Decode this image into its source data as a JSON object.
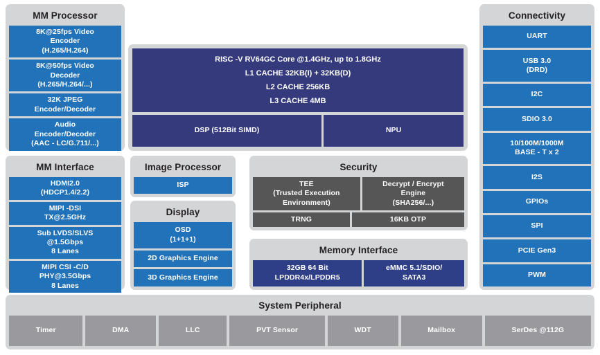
{
  "diagram": {
    "colors": {
      "card_bg": "#d4d5d7",
      "blue": "#2272b9",
      "navy": "#343a7c",
      "navy_memory": "#2e3e87",
      "gray_security": "#565656",
      "gray_peripheral": "#9a9a9e",
      "title_text": "#231f20",
      "block_text": "#ffffff",
      "page_bg": "#ffffff"
    },
    "mm_processor": {
      "title": "MM Processor",
      "blocks": [
        {
          "l1": "8K@25fps Video",
          "l2": "Encoder",
          "l3": "(H.265/H.264)"
        },
        {
          "l1": "8K@50fps Video",
          "l2": "Decoder",
          "l3": "(H.265/H.264/...)"
        },
        {
          "l1": "32K JPEG",
          "l2": "Encoder/Decoder",
          "l3": ""
        },
        {
          "l1": "Audio",
          "l2": "Encoder/Decoder",
          "l3": "(AAC - LC/G.711/...)"
        }
      ]
    },
    "mm_interface": {
      "title": "MM Interface",
      "blocks": [
        {
          "l1": "HDMI2.0",
          "l2": "(HDCP1.4/2.2)",
          "l3": ""
        },
        {
          "l1": "MIPI -DSI",
          "l2": "TX@2.5GHz",
          "l3": ""
        },
        {
          "l1": "Sub  LVDS/SLVS",
          "l2": "@1.5Gbps",
          "l3": "8 Lanes"
        },
        {
          "l1": "MIPI   CSI -C/D",
          "l2": "PHY@3.5Gbps",
          "l3": "8 Lanes"
        }
      ]
    },
    "cpu": {
      "core_lines": [
        "RISC -V  RV64GC Core @1.4GHz, up to 1.8GHz",
        "L1 CACHE 32KB(I) + 32KB(D)",
        "L2 CACHE   256KB",
        "L3 CACHE   4MB"
      ],
      "sub_blocks": [
        {
          "label": "DSP (512Bit SIMD)"
        },
        {
          "label": "NPU"
        }
      ]
    },
    "image_processor": {
      "title": "Image Processor",
      "blocks": [
        {
          "l1": "ISP",
          "l2": "",
          "l3": ""
        }
      ]
    },
    "display": {
      "title": "Display",
      "blocks": [
        {
          "l1": "OSD",
          "l2": "(1+1+1)",
          "l3": ""
        },
        {
          "l1": "2D  Graphics Engine",
          "l2": "",
          "l3": ""
        },
        {
          "l1": "3D  Graphics Engine",
          "l2": "",
          "l3": ""
        }
      ]
    },
    "security": {
      "title": "Security",
      "row1": [
        {
          "l1": "TEE",
          "l2": "(Trusted Execution",
          "l3": "Environment)"
        },
        {
          "l1": "Decrypt / Encrypt",
          "l2": "Engine",
          "l3": "(SHA256/...)"
        }
      ],
      "row2": [
        {
          "l1": "TRNG",
          "l2": "",
          "l3": ""
        },
        {
          "l1": "16KB  OTP",
          "l2": "",
          "l3": ""
        }
      ]
    },
    "memory_interface": {
      "title": "Memory Interface",
      "blocks": [
        {
          "l1": "32GB 64 Bit",
          "l2": "LPDDR4x/LPDDR5",
          "l3": ""
        },
        {
          "l1": "eMMC   5.1/SDIO/",
          "l2": "SATA3",
          "l3": ""
        }
      ]
    },
    "connectivity": {
      "title": "Connectivity",
      "blocks": [
        {
          "l1": "UART",
          "l2": "",
          "l3": ""
        },
        {
          "l1": "USB  3.0",
          "l2": "(DRD)",
          "l3": ""
        },
        {
          "l1": "I2C",
          "l2": "",
          "l3": ""
        },
        {
          "l1": "SDIO 3.0",
          "l2": "",
          "l3": ""
        },
        {
          "l1": "10/100M/1000M",
          "l2": "BASE - T x 2",
          "l3": ""
        },
        {
          "l1": "I2S",
          "l2": "",
          "l3": ""
        },
        {
          "l1": "GPIOs",
          "l2": "",
          "l3": ""
        },
        {
          "l1": "SPI",
          "l2": "",
          "l3": ""
        },
        {
          "l1": "PCIE  Gen3",
          "l2": "",
          "l3": ""
        },
        {
          "l1": "PWM",
          "l2": "",
          "l3": ""
        }
      ]
    },
    "system_peripheral": {
      "title": "System Peripheral",
      "blocks": [
        {
          "l1": "Timer",
          "l2": "",
          "l3": ""
        },
        {
          "l1": "DMA",
          "l2": "",
          "l3": ""
        },
        {
          "l1": "LLC",
          "l2": "",
          "l3": ""
        },
        {
          "l1": "PVT Sensor",
          "l2": "",
          "l3": ""
        },
        {
          "l1": "WDT",
          "l2": "",
          "l3": ""
        },
        {
          "l1": "Mailbox",
          "l2": "",
          "l3": ""
        },
        {
          "l1": "SerDes  @112G",
          "l2": "",
          "l3": ""
        }
      ]
    }
  }
}
